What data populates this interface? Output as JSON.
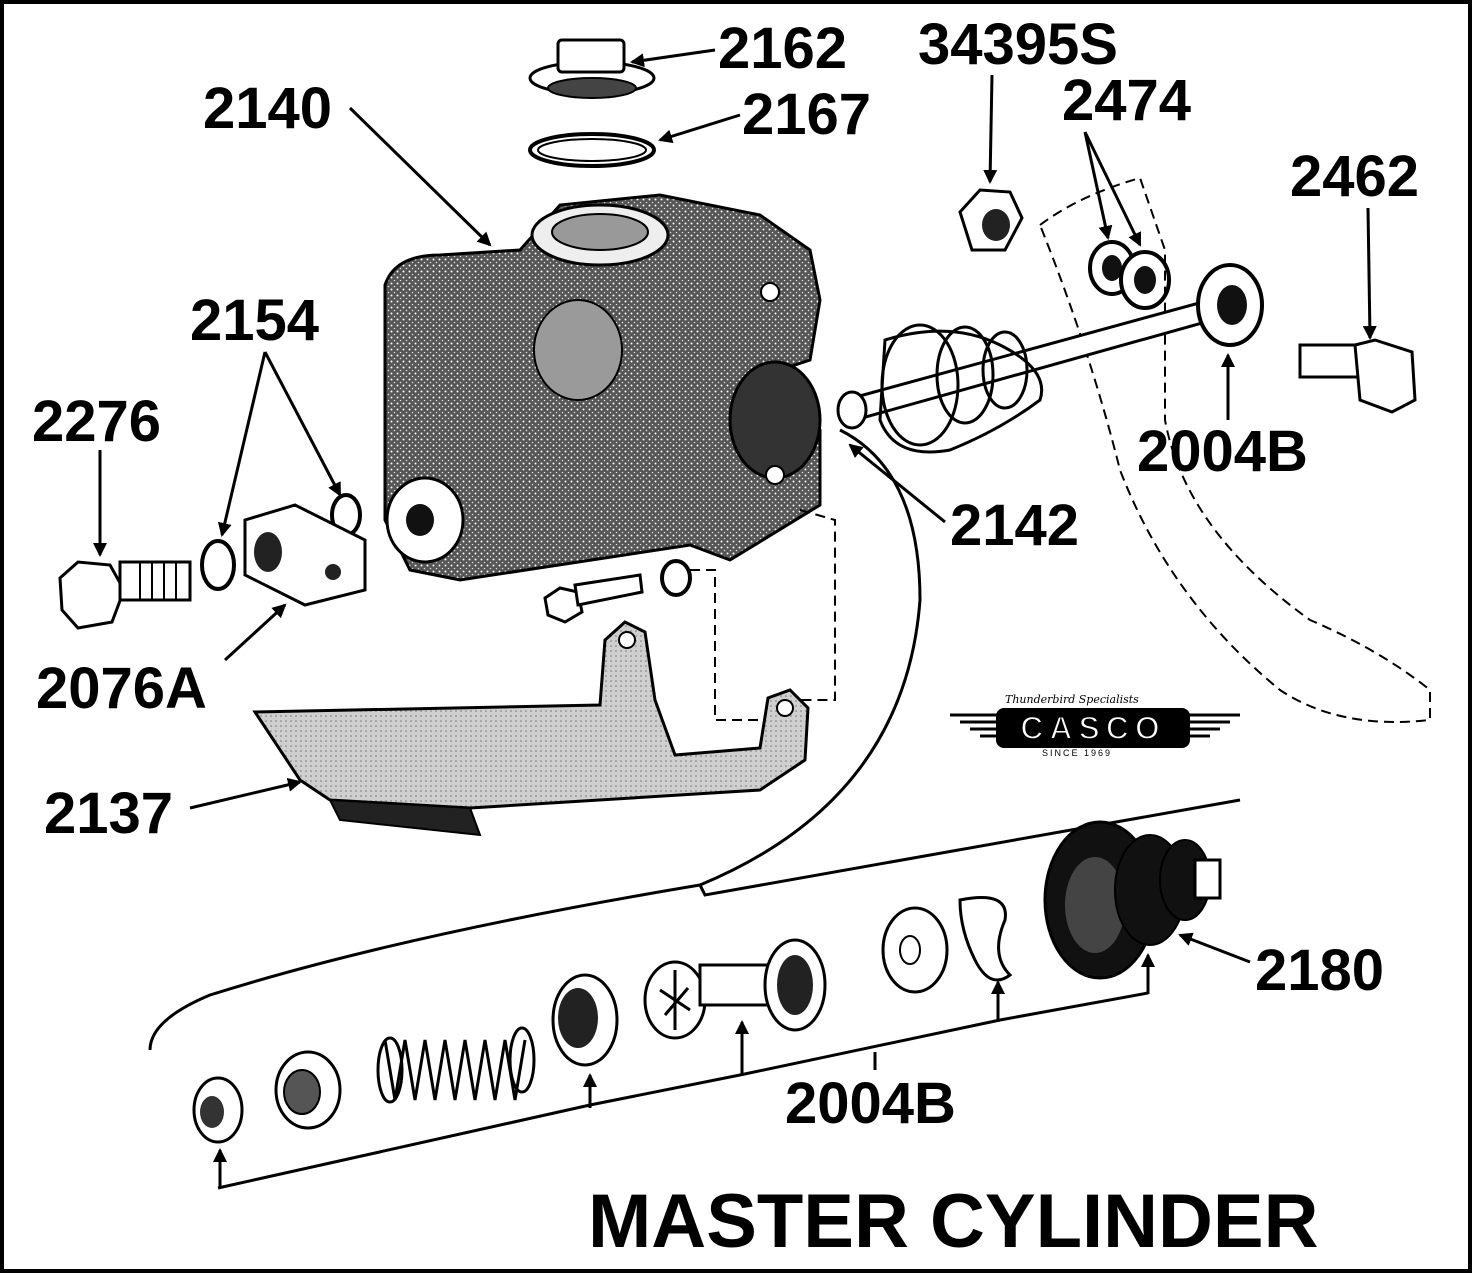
{
  "title": "MASTER CYLINDER",
  "logo": {
    "tagline": "Thunderbird Specialists",
    "brand": "CASCO",
    "since": "SINCE 1969"
  },
  "part_labels": {
    "p2162": "2162",
    "p2167": "2167",
    "p2140": "2140",
    "p34395s": "34395S",
    "p2474": "2474",
    "p2462": "2462",
    "p2154": "2154",
    "p2276": "2276",
    "p2004b_top": "2004B",
    "p2142": "2142",
    "p2076a": "2076A",
    "p2137": "2137",
    "p2180": "2180",
    "p2004b_bottom": "2004B"
  }
}
